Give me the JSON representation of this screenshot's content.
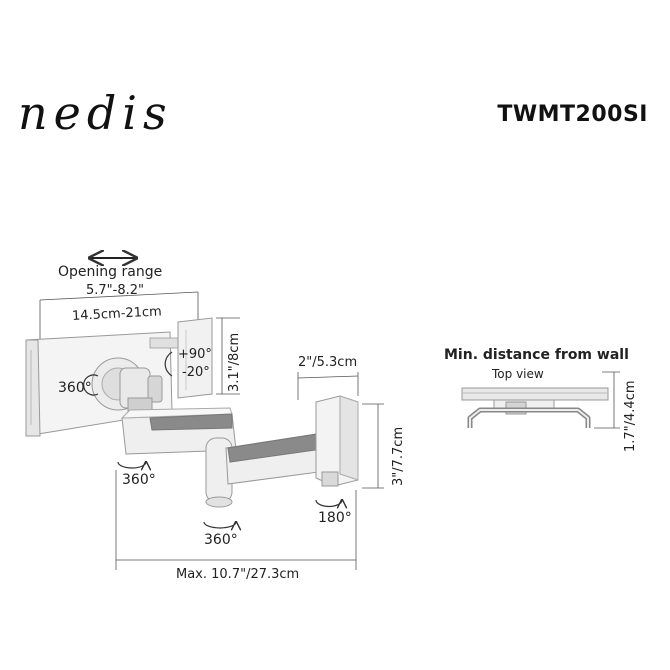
{
  "brand": {
    "logo_text": "nedis",
    "model": "TWMT200SI"
  },
  "labels": {
    "opening_range": "Opening range",
    "opening_range_in": "5.7\"-8.2\"",
    "opening_range_cm": "14.5cm-21cm",
    "tilt_up": "+90°",
    "tilt_down": "-20°",
    "holder_height": "3.1\"/8cm",
    "rotation_holder": "360°",
    "wall_plate_width": "2\"/5.3cm",
    "wall_plate_height": "3\"/7.7cm",
    "swivel_arm": "360°",
    "swivel_lower": "360°",
    "swivel_wall": "180°",
    "max_extension": "Max. 10.7\"/27.3cm",
    "min_distance_title": "Min. distance from wall",
    "top_view": "Top view",
    "min_distance_value": "1.7\"/4.4cm"
  }
}
